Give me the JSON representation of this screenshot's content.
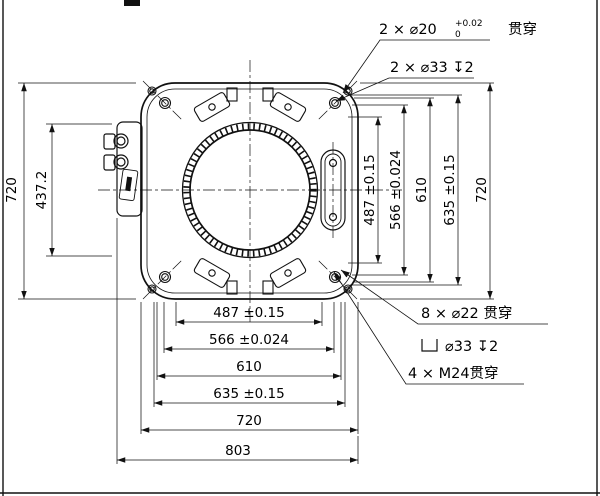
{
  "dims": {
    "left": [
      "720",
      "437.2"
    ],
    "right": [
      "487 ±0.15",
      "566 ±0.024",
      "610",
      "635 ±0.15",
      "720"
    ],
    "bottom": [
      "487 ±0.15",
      "566 ±0.024",
      "610",
      "635 ±0.15",
      "720",
      "803"
    ]
  },
  "callouts": {
    "dowel_prefix": "2 × ⌀20",
    "dowel_tol_upper": "+0.02",
    "dowel_tol_lower": "0",
    "dowel_through": "贯穿",
    "cbore_top": "2 × ⌀33 ↧2",
    "holes_through": "8 × ⌀22 贯穿",
    "cbore_spec": "⌀33 ↧2",
    "tapped": "4 × M24贯穿"
  },
  "colors": {
    "ink": "#111111",
    "paper": "#ffffff"
  }
}
